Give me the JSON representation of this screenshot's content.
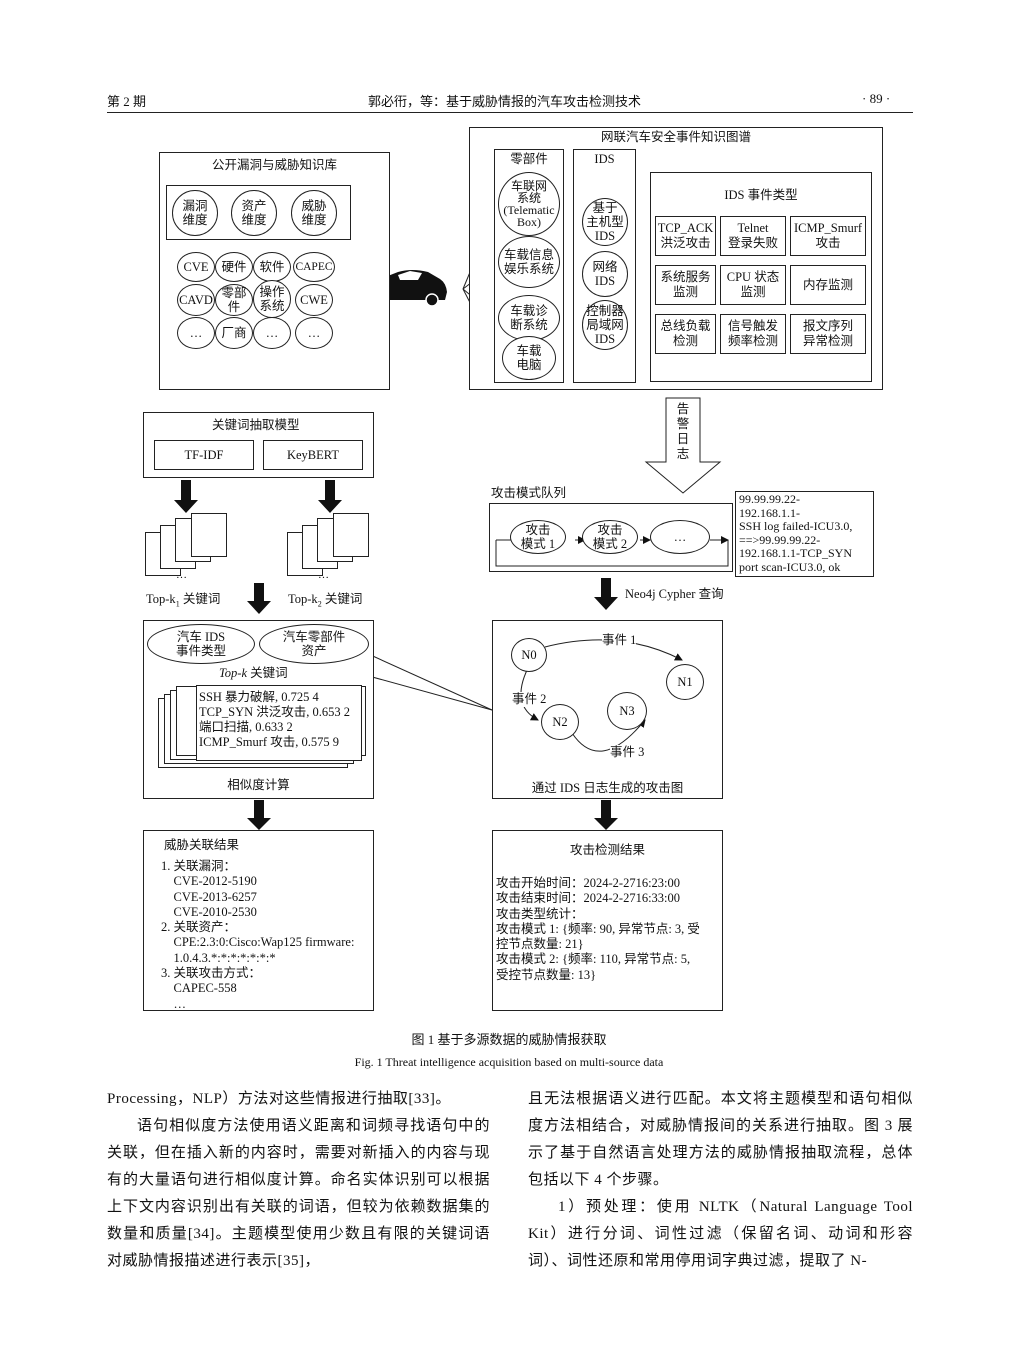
{
  "header": {
    "left": "第 2 期",
    "center": "郭必衎，等：基于威胁情报的汽车攻击检测技术",
    "right": "· 89 ·"
  },
  "fig": {
    "kb_title": "公开漏洞与威胁知识库",
    "dims": [
      "漏洞\n维度",
      "资产\n维度",
      "威胁\n维度"
    ],
    "kb_nodes": [
      "CVE",
      "硬件",
      "软件",
      "CAPEC",
      "CAVD",
      "零部件",
      "操作\n系统",
      "CWE",
      "…",
      "厂商",
      "…",
      "…"
    ],
    "kg_title": "网联汽车安全事件知识图谱",
    "parts_title": "零部件",
    "parts": [
      "车联网\n系统\n(Telematic\nBox)",
      "车载信息\n娱乐系统",
      "车载诊\n断系统",
      "车载\n电脑"
    ],
    "ids_title": "IDS",
    "ids": [
      "基于\n主机型\nIDS",
      "网络\nIDS",
      "控制器\n局域网\nIDS"
    ],
    "evt_title": "IDS 事件类型",
    "evt": [
      "TCP_ACK\n洪泛攻击",
      "Telnet\n登录失败",
      "ICMP_Smurf\n攻击",
      "系统服务\n监测",
      "CPU 状态\n监测",
      "内存监测",
      "总线负载\n检测",
      "信号触发\n频率检测",
      "报文序列\n异常检测"
    ],
    "alert": "告\n警\n日\n志",
    "kw_title": "关键词抽取模型",
    "kw_models": [
      "TF-IDF",
      "KeyBERT"
    ],
    "dots": "…",
    "topk1": "Top-k",
    "topk1_sub": "1",
    "topk1_suffix": " 关键词",
    "topk2": "Top-k",
    "topk2_sub": "2",
    "topk2_suffix": " 关键词",
    "queue_title": "攻击模式队列",
    "queue": [
      "攻击\n模式 1",
      "攻击\n模式 2",
      "…"
    ],
    "log": "99.99.99.22-\n192.168.1.1-\nSSH log failed-ICU3.0,\n==>99.99.99.22-\n192.168.1.1-TCP_SYN\nport scan-ICU3.0, ok",
    "neo4j": "Neo4j Cypher 查询",
    "sim_ell": [
      "汽车 IDS\n事件类型",
      "汽车零部件\n资产"
    ],
    "topk": "Top-k",
    "topk_suffix": " 关键词",
    "sim_list": "SSH 暴力破解, 0.725 4\nTCP_SYN 洪泛攻击, 0.653 2\n端口扫描, 0.633 2\nICMP_Smurf 攻击, 0.575 9",
    "sim_caption": "相似度计算",
    "graph_nodes": [
      "N0",
      "N1",
      "N2",
      "N3"
    ],
    "graph_events": [
      "事件 1",
      "事件 2",
      "事件 3"
    ],
    "graph_caption": "通过 IDS 日志生成的攻击图",
    "threat_title": "威胁关联结果",
    "threat_body": "1. 关联漏洞：\n    CVE-2012-5190\n    CVE-2013-6257\n    CVE-2010-2530\n2. 关联资产：\n    CPE:2.3:0:Cisco:Wap125 firmware:\n    1.0.4.3.*:*:*:*:*:*:*\n3. 关联攻击方式：\n    CAPEC-558\n    …",
    "detect_title": "攻击检测结果",
    "detect_body": "攻击开始时间：2024-2-2716:23:00\n攻击结束时间：2024-2-2716:33:00\n攻击类型统计：\n攻击模式 1: {频率: 90, 异常节点: 3, 受\n控节点数量: 21}\n攻击模式 2: {频率: 110, 异常节点: 5,\n受控节点数量: 13}"
  },
  "caption_cn": "图 1    基于多源数据的威胁情报获取",
  "caption_en": "Fig. 1    Threat intelligence acquisition based on multi-source data",
  "left_col": [
    "Processing，NLP）方法对这些情报进行抽取[33]。",
    "语句相似度方法使用语义距离和词频寻找语句中的关联，但在插入新的内容时，需要对新插入的内容与现有的大量语句进行相似度计算。命名实体识别可以根据上下文内容识别出有关联的词语，但较为依赖数据集的数量和质量[34]。主题模型使用少数且有限的关键词语对威胁情报描述进行表示[35]，"
  ],
  "right_col": [
    "且无法根据语义进行匹配。本文将主题模型和语句相似度方法相结合，对威胁情报间的关系进行抽取。图 3 展示了基于自然语言处理方法的威胁情报抽取流程，总体包括以下 4 个步骤。",
    "1）预处理：使用 NLTK（Natural Language Tool Kit）进行分词、词性过滤（保留名词、动词和形容词）、词性还原和常用停用词字典过滤，提取了 N-"
  ]
}
